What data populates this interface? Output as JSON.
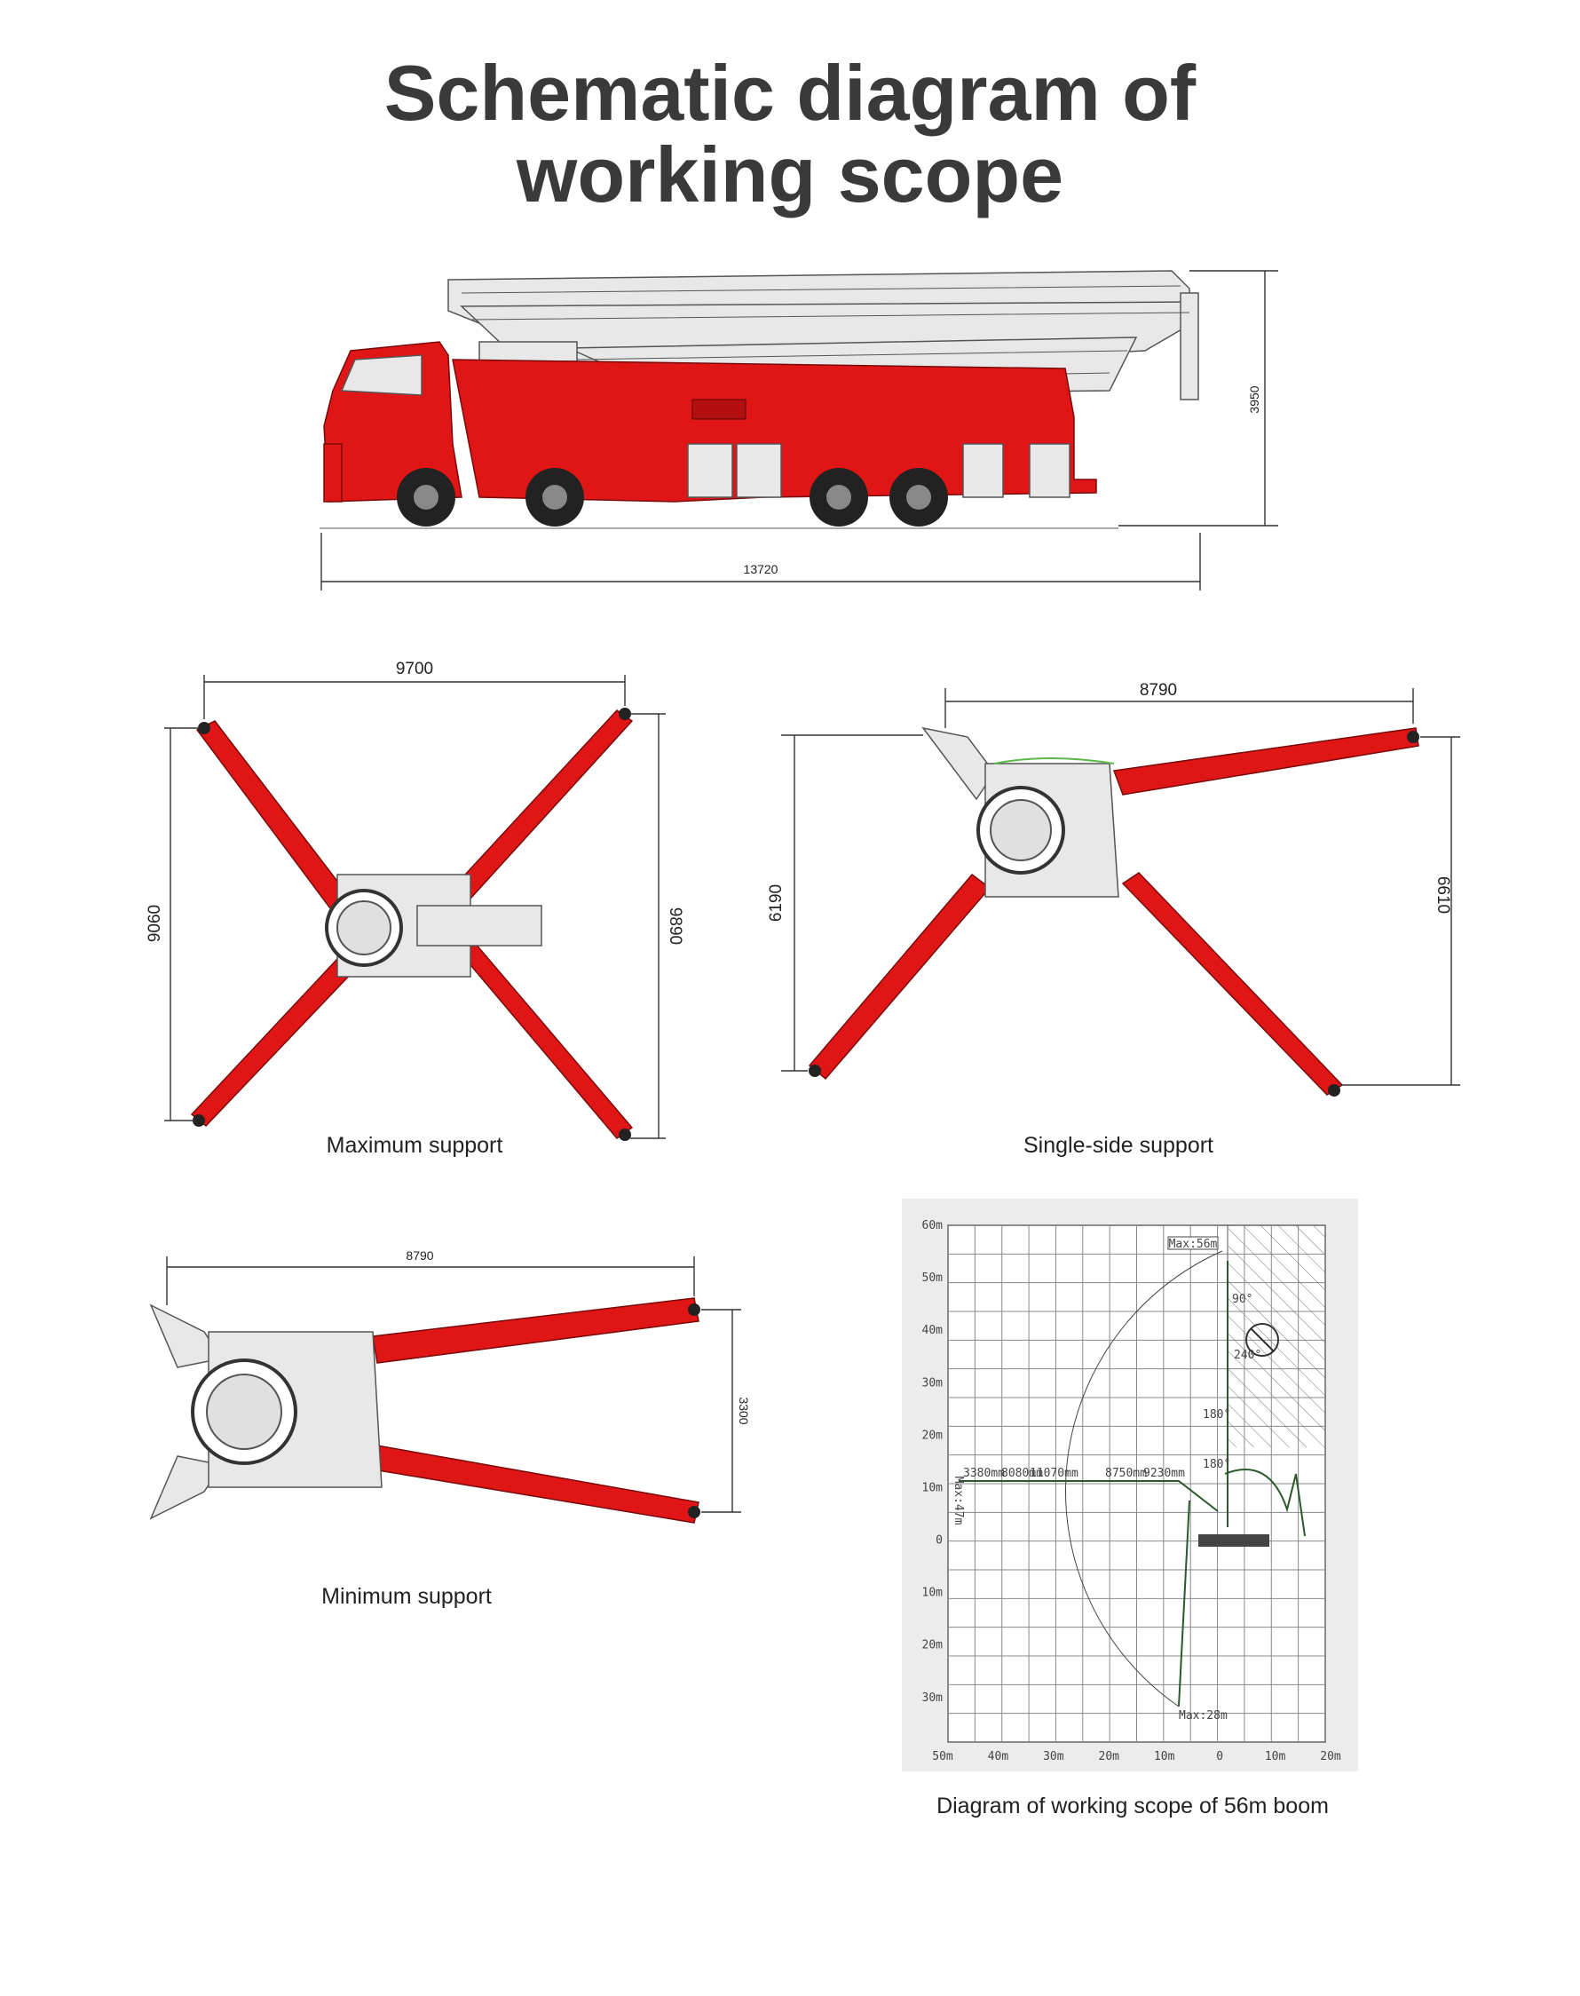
{
  "title": {
    "line1": "Schematic diagram of",
    "line2": "working scope"
  },
  "truck": {
    "length_dim": "13720",
    "height_dim": "3950"
  },
  "max_support": {
    "caption": "Maximum support",
    "width_dim": "9700",
    "left_dim": "9060",
    "right_dim": "9890"
  },
  "single_support": {
    "caption": "Single-side support",
    "width_dim": "8790",
    "left_dim": "6190",
    "right_dim": "6610"
  },
  "min_support": {
    "caption": "Minimum support",
    "width_dim": "8790",
    "right_dim": "3300"
  },
  "scope": {
    "caption": "Diagram of working scope of 56m boom",
    "max_height_label": "Max:56m",
    "max_depth_label": "Max:28m",
    "reach_label": "Max:47m",
    "y_ticks": [
      "60m",
      "50m",
      "40m",
      "30m",
      "20m",
      "10m",
      "0",
      "10m",
      "20m",
      "30m"
    ],
    "x_ticks": [
      "50m",
      "40m",
      "30m",
      "20m",
      "10m",
      "0",
      "10m",
      "20m"
    ],
    "angle_labels": [
      "90°",
      "240°",
      "180°",
      "180°"
    ],
    "section_labels": [
      "3380mm",
      "8080mm",
      "11070mm",
      "8750mm",
      "9230mm"
    ]
  }
}
